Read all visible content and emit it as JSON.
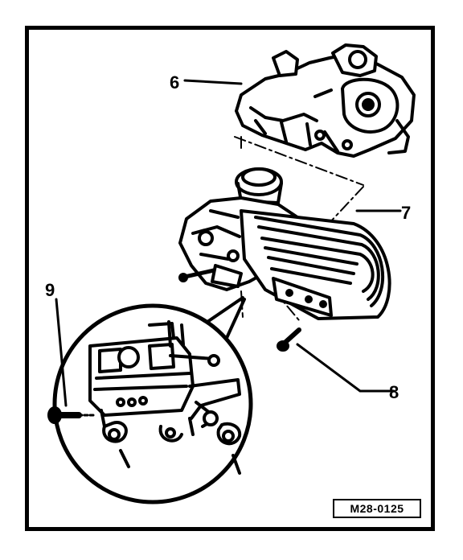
{
  "callouts": {
    "part6": "6",
    "part7": "7",
    "part8": "8",
    "part9": "9"
  },
  "figure_ref": "M28-0125",
  "colors": {
    "ink": "#000000",
    "paper": "#ffffff"
  }
}
